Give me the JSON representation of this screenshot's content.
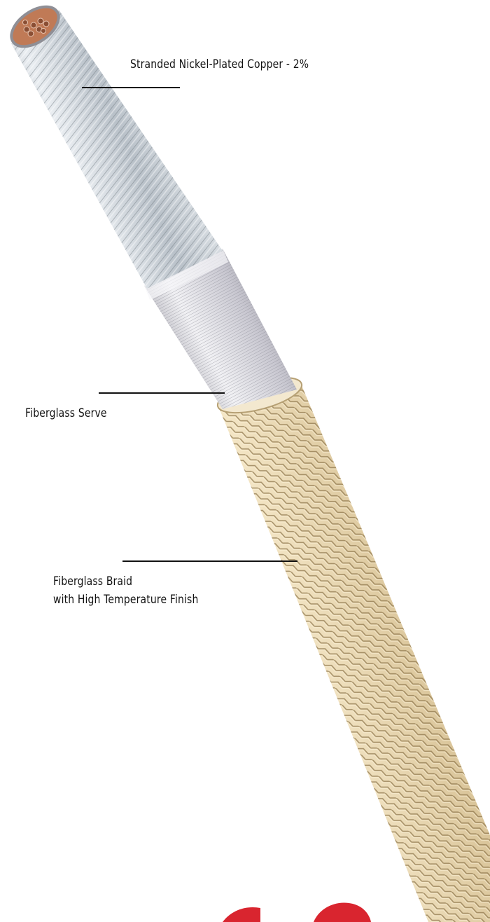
{
  "labels": {
    "conductor": "Stranded Nickel-Plated Copper - 2%",
    "serve": "Fiberglass Serve",
    "braid_line1": "Fiberglass Braid",
    "braid_line2": "with High Temperature Finish"
  },
  "colors": {
    "background": "#ffffff",
    "conductor": "#c4ccd4",
    "conductor_core": "#b46a48",
    "serve": "#d6d6dc",
    "braid": "#ddc9a0",
    "leader": "#111111",
    "logo_red": "#d9252f"
  }
}
